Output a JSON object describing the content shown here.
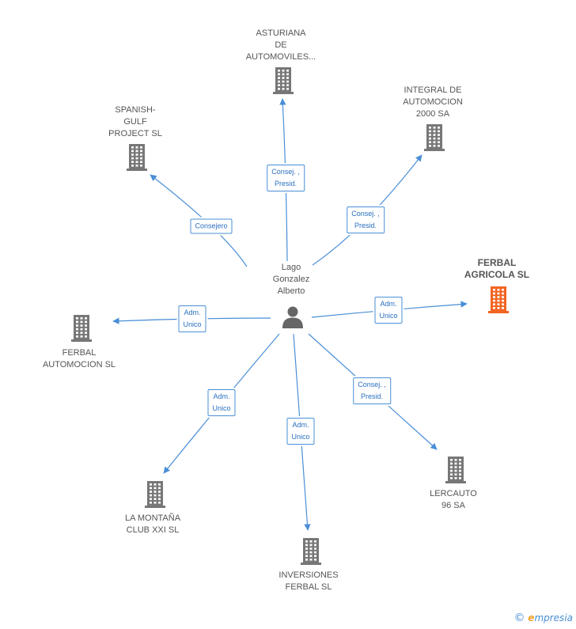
{
  "center": {
    "label_lines": [
      "Lago",
      "Gonzalez",
      "Alberto"
    ]
  },
  "nodes": [
    {
      "id": "asturiana",
      "label_lines": [
        "ASTURIANA",
        "DE",
        "AUTOMOVILES..."
      ],
      "highlight": false
    },
    {
      "id": "integral",
      "label_lines": [
        "INTEGRAL DE",
        "AUTOMOCION",
        "2000 SA"
      ],
      "highlight": false
    },
    {
      "id": "spanish",
      "label_lines": [
        "SPANISH-",
        "GULF",
        "PROJECT SL"
      ],
      "highlight": false
    },
    {
      "id": "ferbal-agricola",
      "label_lines": [
        "FERBAL",
        "AGRICOLA SL"
      ],
      "highlight": true
    },
    {
      "id": "ferbal-automocion",
      "label_lines": [
        "FERBAL",
        "AUTOMOCION SL"
      ],
      "highlight": false
    },
    {
      "id": "lercauto",
      "label_lines": [
        "LERCAUTO",
        "96 SA"
      ],
      "highlight": false
    },
    {
      "id": "la-montana",
      "label_lines": [
        "LA MONTAÑA",
        "CLUB XXI SL"
      ],
      "highlight": false
    },
    {
      "id": "inversiones",
      "label_lines": [
        "INVERSIONES",
        "FERBAL SL"
      ],
      "highlight": false
    }
  ],
  "edges": [
    {
      "to": "asturiana",
      "label_lines": [
        "Consej. ,",
        "Presid."
      ]
    },
    {
      "to": "integral",
      "label_lines": [
        "Consej. ,",
        "Presid."
      ]
    },
    {
      "to": "spanish",
      "label_lines": [
        "Consejero"
      ]
    },
    {
      "to": "ferbal-agricola",
      "label_lines": [
        "Adm.",
        "Unico"
      ]
    },
    {
      "to": "ferbal-automocion",
      "label_lines": [
        "Adm.",
        "Unico"
      ]
    },
    {
      "to": "lercauto",
      "label_lines": [
        "Consej. ,",
        "Presid."
      ]
    },
    {
      "to": "la-montana",
      "label_lines": [
        "Adm.",
        "Unico"
      ]
    },
    {
      "to": "inversiones",
      "label_lines": [
        "Adm.",
        "Unico"
      ]
    }
  ],
  "colors": {
    "edge": "#4a8fd6",
    "building": "#777777",
    "building_highlight": "#f26522",
    "person": "#666666"
  },
  "watermark": {
    "copyright": "©",
    "brand_initial": "e",
    "brand_rest": "mpresia"
  }
}
